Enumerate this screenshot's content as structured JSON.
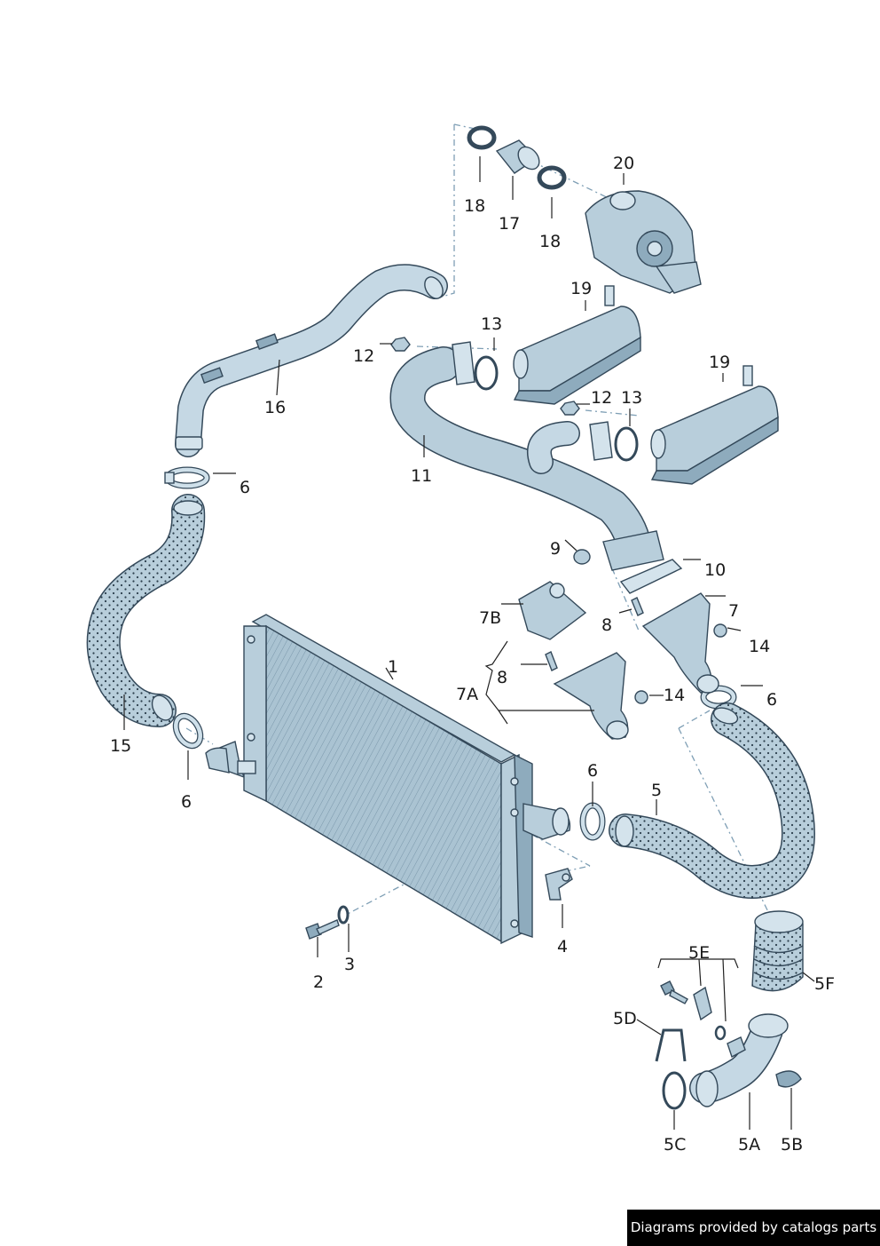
{
  "labels": {
    "p1": "1",
    "p2": "2",
    "p3": "3",
    "p4": "4",
    "p5": "5",
    "p5a": "5A",
    "p5b": "5B",
    "p5c": "5C",
    "p5d": "5D",
    "p5e": "5E",
    "p5f": "5F",
    "p6a": "6",
    "p6b": "6",
    "p6c": "6",
    "p6d": "6",
    "p7": "7",
    "p7a": "7A",
    "p7b": "7B",
    "p8a": "8",
    "p8b": "8",
    "p9": "9",
    "p10": "10",
    "p11": "11",
    "p12a": "12",
    "p12b": "12",
    "p13a": "13",
    "p13b": "13",
    "p14a": "14",
    "p14b": "14",
    "p15": "15",
    "p16": "16",
    "p17": "17",
    "p18a": "18",
    "p18b": "18",
    "p19a": "19",
    "p19b": "19",
    "p20": "20"
  },
  "credit": "Diagrams provided by catalogs parts"
}
